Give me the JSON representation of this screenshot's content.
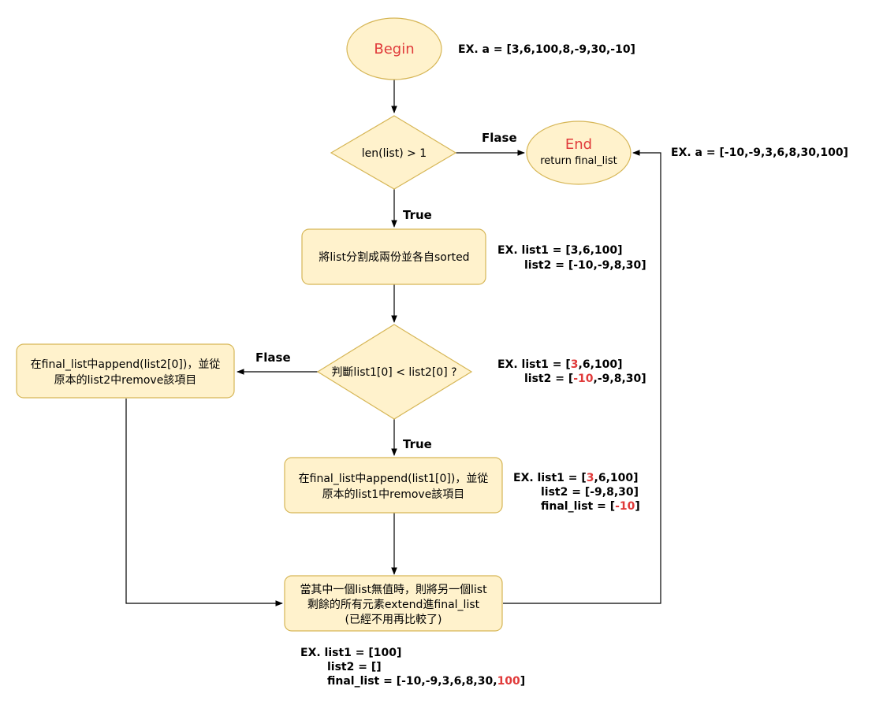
{
  "nodes": {
    "begin": {
      "label": "Begin"
    },
    "cond_len": {
      "label": "len(list) > 1"
    },
    "end": {
      "label": "End",
      "sublabel": "return final_list"
    },
    "split": {
      "label": "將list分割成兩份並各自sorted"
    },
    "cond_compare": {
      "label": "判斷list1[0] < list2[0] ?"
    },
    "append_list2": {
      "line1": "在final_list中append(list2[0])，並從",
      "line2": "原本的list2中remove該項目"
    },
    "append_list1": {
      "line1": "在final_list中append(list1[0])，並從",
      "line2": "原本的list1中remove該項目"
    },
    "extend": {
      "line1": "當其中一個list無值時，則將另一個list",
      "line2": "剩餘的所有元素extend進final_list",
      "line3": "(已經不用再比較了)"
    }
  },
  "edges": {
    "flase_1": "Flase",
    "true_1": "True",
    "flase_2": "Flase",
    "true_2": "True"
  },
  "notes": {
    "begin_example": "EX. a = [3,6,100,8,-9,30,-10]",
    "end_example": "EX. a = [-10,-9,3,6,8,30,100]",
    "split_example": {
      "line1": "EX. list1 = [3,6,100]",
      "line2": "list2 = [-10,-9,8,30]"
    },
    "compare_example": {
      "line1_a": "EX. list1 = [",
      "line1_hl": "3",
      "line1_b": ",6,100]",
      "line2_a": "list2 = [",
      "line2_hl": "-10",
      "line2_b": ",-9,8,30]"
    },
    "append_example": {
      "line1_a": "EX. list1 = [",
      "line1_hl": "3",
      "line1_b": ",6,100]",
      "line2": "list2 = [-9,8,30]",
      "line3_a": "final_list = [",
      "line3_hl": "-10",
      "line3_b": "]"
    },
    "extend_example": {
      "line1": "EX. list1 = [100]",
      "line2": "list2 = []",
      "line3_a": "final_list = [-10,-9,3,6,8,30,",
      "line3_hl": "100",
      "line3_b": "]"
    }
  },
  "colors": {
    "node_fill": "#fff2cc",
    "node_stroke": "#d6b656",
    "highlight": "#e03a3a"
  }
}
